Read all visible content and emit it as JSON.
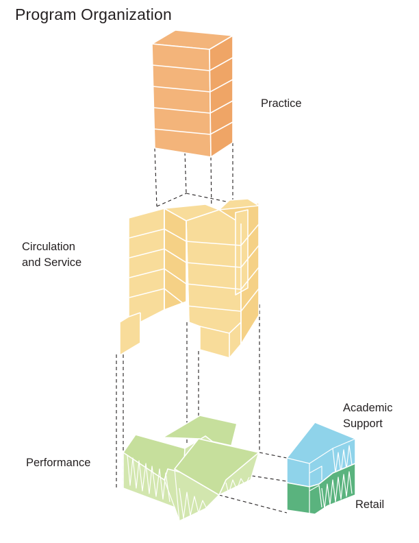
{
  "title": "Program Organization",
  "labels": {
    "practice": "Practice",
    "circulation_line1": "Circulation",
    "circulation_line2": "and Service",
    "performance": "Performance",
    "academic_line1": "Academic",
    "academic_line2": "Support",
    "retail": "Retail"
  },
  "colors": {
    "practice": "#f3b47a",
    "practice_side": "#efa566",
    "circulation": "#f8dc9a",
    "circulation_side": "#f5d186",
    "performance": "#c6df9c",
    "performance_side": "#d2e6ae",
    "academic": "#8fd3ea",
    "retail": "#5ab37e",
    "edge": "#ffffff",
    "dashed": "#231f20"
  }
}
